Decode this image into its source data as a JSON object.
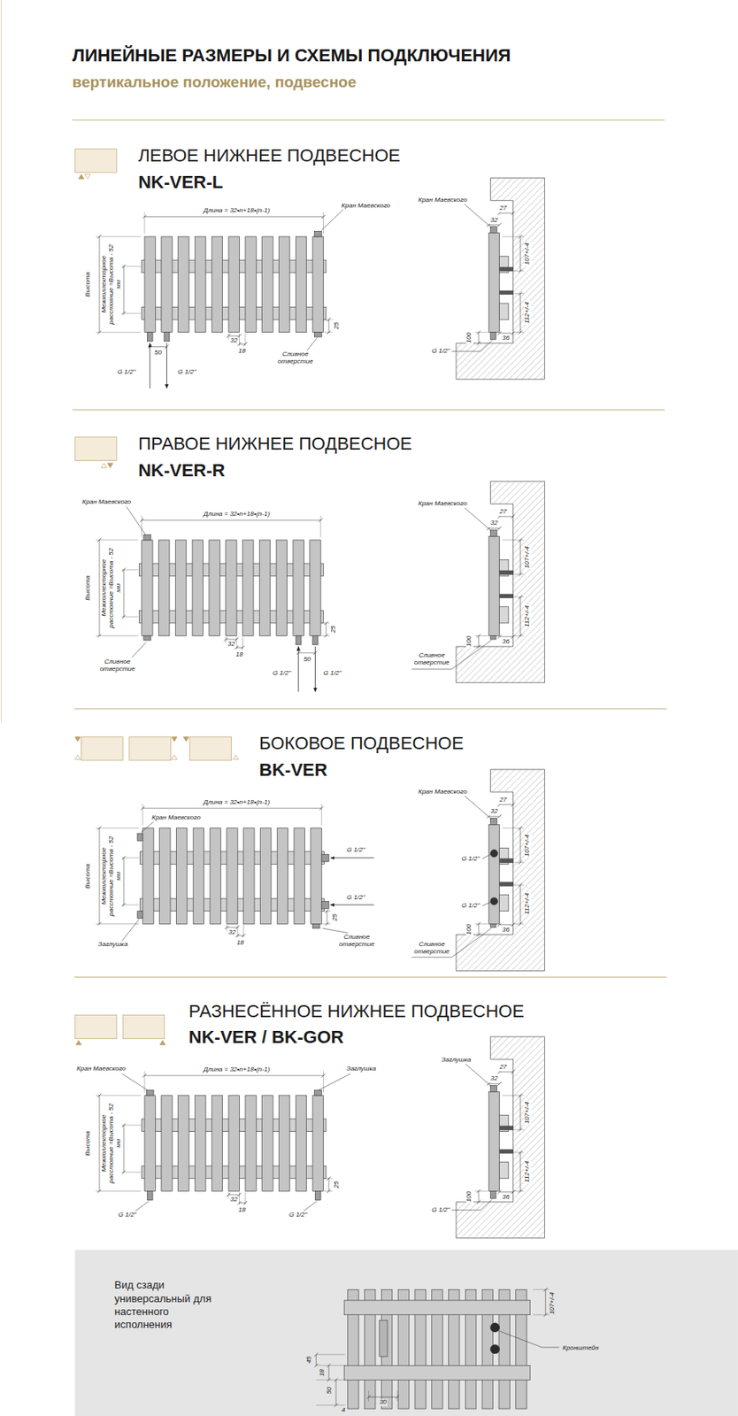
{
  "diagram": {
    "title": "ЛИНЕЙНЫЕ РАЗМЕРЫ И СХЕМЫ ПОДКЛЮЧЕНИЯ",
    "nodes": [
      {
        "text": [
          "Вид сзади универсальный для настенного исполнения"
        ]
      }
    ],
    "labels": [
      "вертикальное положение, подвесное",
      "ЛЕВОЕ НИЖНЕЕ ПОДВЕСНОЕ",
      "NK-VER-L",
      "Длина = 32•n+18•(n-1)",
      "Кран Маевского",
      "Высота",
      "Межколлекторное расстояние =Высота - 52 мм",
      "32",
      "18",
      "50",
      "G 1/2\"",
      "G 1/2\"",
      "Сливное отверстие",
      "25",
      "Кран Маевского",
      "27",
      "32",
      "107+/-4",
      "112+/-4",
      "G 1/2\"",
      "100",
      "36",
      "ПРАВОЕ НИЖНЕЕ ПОДВЕСНОЕ",
      "NK-VER-R",
      "Кран Маевского",
      "Длина = 32•n+18•(n-1)",
      "Высота",
      "Межколлекторное расстояние =Высота - 52 мм",
      "Сливное отверстие",
      "32",
      "18",
      "50",
      "G 1/2\"",
      "G 1/2\"",
      "25",
      "Кран Маевского",
      "27",
      "32",
      "107+/-4",
      "112+/-4",
      "100",
      "36",
      "Сливное отверстие",
      "БОКОВОЕ ПОДВЕСНОЕ",
      "BK-VER",
      "Длина = 32•n+18•(n-1)",
      "Кран Маевского",
      "G 1/2\"",
      "G 1/2\"",
      "Высота",
      "Межколлекторное расстояние =Высота - 52 мм",
      "Заглушка",
      "32",
      "18",
      "25",
      "Сливное отверстие",
      "Кран Маевского",
      "27",
      "32",
      "107+/-4",
      "112+/-4",
      "G 1/2\"",
      "G 1/2\"",
      "100",
      "36",
      "Сливное отверстие",
      "РАЗНЕСЁННОЕ НИЖНЕЕ ПОДВЕСНОЕ",
      "NK-VER / BK-GOR",
      "Длина = 32•n+18•(n-1)",
      "Кран Маевского",
      "Заглушка",
      "Высота",
      "Межколлекторное расстояние =Высота - 52 мм",
      "32",
      "18",
      "25",
      "G 1/2\"",
      "G 1/2\"",
      "Заглушка",
      "27",
      "32",
      "107+/-4",
      "112+/-4",
      "100",
      "G 1/2\"",
      "36",
      "107+/-4",
      "Кронштейн",
      "45",
      "18",
      "50",
      "4",
      "30"
    ]
  }
}
